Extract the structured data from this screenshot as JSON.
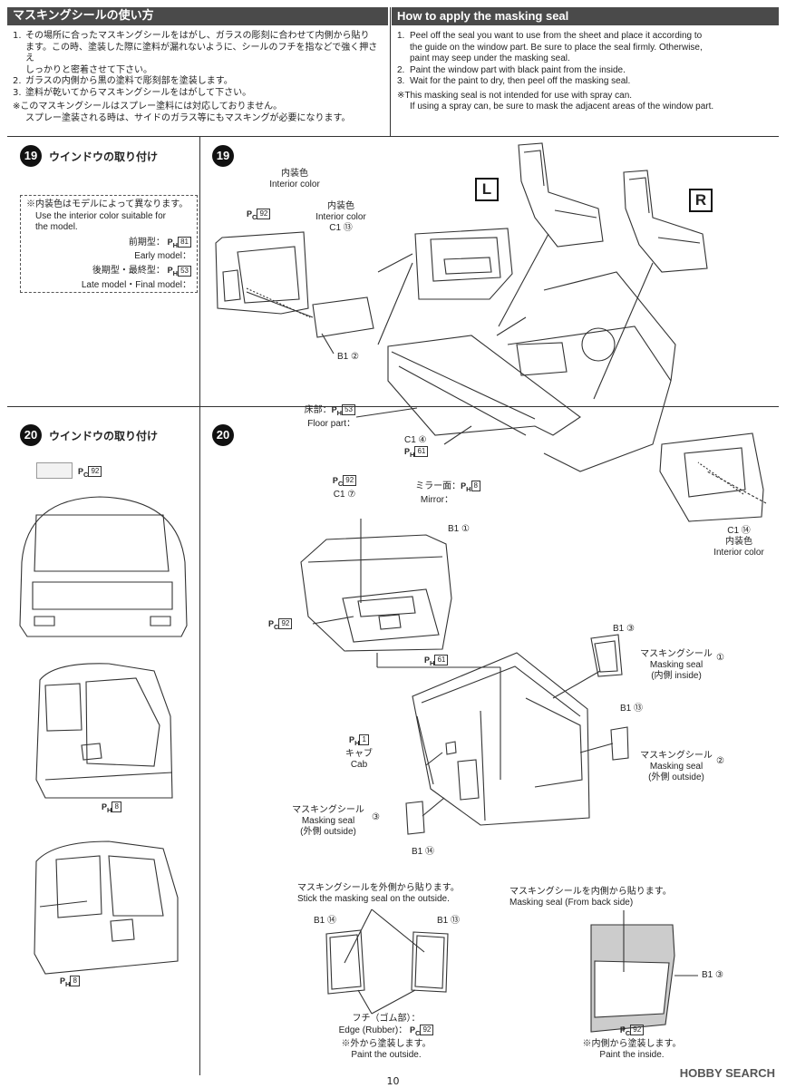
{
  "header": {
    "jp_title": "マスキングシールの使い方",
    "en_title": "How to apply the masking seal"
  },
  "jp_instructions": {
    "items": [
      {
        "num": "1.",
        "lines": [
          "その場所に合ったマスキングシールをはがし、ガラスの彫刻に合わせて内側から貼り",
          "ます。この時、塗装した際に塗料が漏れないように、シールのフチを指などで強く押さえ",
          "しっかりと密着させて下さい。"
        ]
      },
      {
        "num": "2.",
        "lines": [
          "ガラスの内側から黒の塗料で彫刻部を塗装します。"
        ]
      },
      {
        "num": "3.",
        "lines": [
          "塗料が乾いてからマスキングシールをはがして下さい。"
        ]
      }
    ],
    "note_lines": [
      "※このマスキングシールはスプレー塗料には対応しておりません。",
      "スプレー塗装される時は、サイドのガラス等にもマスキングが必要になります。"
    ]
  },
  "en_instructions": {
    "items": [
      {
        "num": "1.",
        "lines": [
          "Peel off the seal you want to use from the sheet and place it according to",
          "the guide on the window part. Be sure to place the seal firmly. Otherwise,",
          "paint may seep under the masking seal."
        ]
      },
      {
        "num": "2.",
        "lines": [
          "Paint the window part with black paint from the inside."
        ]
      },
      {
        "num": "3.",
        "lines": [
          "Wait for the paint to dry, then peel off the masking seal."
        ]
      }
    ],
    "note_lines": [
      "※This masking seal is not intended for use with spray can.",
      "If using a spray can, be sure to mask the adjacent areas of the window part."
    ]
  },
  "step19_left": {
    "num": "19",
    "title": "ウインドウの取り付け",
    "info": {
      "line1": "※内装色はモデルによって異なります。",
      "line2": "Use the interior color suitable for",
      "line3": "the model.",
      "early_jp": "前期型：",
      "early_en": "Early model：",
      "early_code": "81",
      "late_jp": "後期型・最終型：",
      "late_en": "Late model・Final model：",
      "late_code": "53"
    }
  },
  "step20_left": {
    "num": "20",
    "title": "ウインドウの取り付け",
    "color_code": "92",
    "code_a": "8",
    "code_b": "8"
  },
  "step19_main": {
    "num": "19",
    "callout": {
      "interior_jp": "内装色",
      "interior_en": "Interior color",
      "pc_code": "92",
      "interior2_jp": "内装色",
      "interior2_en": "Interior color",
      "c1_part": "C1 ⑬",
      "b1_part": "B1 ②"
    },
    "left_label": "L",
    "right_label": "R",
    "floor_jp": "床部：",
    "floor_en": "Floor part：",
    "floor_code": "53",
    "c1_4": "C1 ④",
    "c1_4_code": "61",
    "c1_14": "C1 ⑭",
    "c1_14_jp": "内装色",
    "c1_14_en": "Interior color"
  },
  "step20_main": {
    "num": "20",
    "pc_code": "92",
    "c1_7": "C1 ⑦",
    "mirror_jp": "ミラー面：",
    "mirror_en": "Mirror：",
    "mirror_code": "8",
    "b1_1": "B1 ①",
    "pc_code2": "92",
    "ph_code": "61",
    "b1_3": "B1 ③",
    "seal1_jp": "マスキングシール",
    "seal1_en": "Masking seal",
    "seal1_side": "(内側 inside)",
    "seal1_num": "①",
    "b1_13": "B1 ⑬",
    "seal2_jp": "マスキングシール",
    "seal2_en": "Masking seal",
    "seal2_side": "(外側 outside)",
    "seal2_num": "②",
    "cab_code": "1",
    "cab_jp": "キャブ",
    "cab_en": "Cab",
    "seal3_jp": "マスキングシール",
    "seal3_en": "Masking seal",
    "seal3_side": "(外側 outside)",
    "seal3_num": "③",
    "b1_14": "B1 ⑭"
  },
  "bottom": {
    "outside_jp": "マスキングシールを外側から貼ります。",
    "outside_en": "Stick the masking seal on the outside.",
    "b1_14": "B1 ⑭",
    "b1_13": "B1 ⑬",
    "edge_jp": "フチ（ゴム部）：",
    "edge_en": "Edge (Rubber)：",
    "edge_code": "92",
    "paint_out_jp": "※外から塗装します。",
    "paint_out_en": "Paint the outside.",
    "inside_jp": "マスキングシールを内側から貼ります。",
    "inside_en": "Masking seal (From back side)",
    "b1_3": "B1 ③",
    "pc_code": "92",
    "paint_in_jp": "※内側から塗装します。",
    "paint_in_en": "Paint the inside."
  },
  "page_number": "10",
  "watermark": "HOBBY SEARCH"
}
